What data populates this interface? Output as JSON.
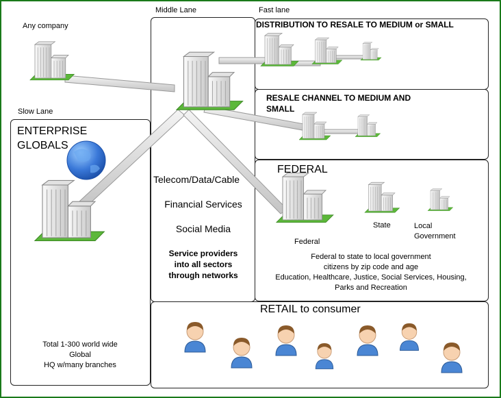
{
  "labels": {
    "any_company": "Any company",
    "middle_lane": "Middle Lane",
    "fast_lane": "Fast lane",
    "slow_lane": "Slow Lane"
  },
  "enterprise": {
    "title_line1": "ENTERPRISE",
    "title_line2": "GLOBALS",
    "desc": [
      "Total 1-300 world wide",
      "Global",
      "HQ w/many branches"
    ]
  },
  "middle": {
    "items": [
      "Telecom/Data/Cable",
      "Financial Services",
      "Social Media"
    ],
    "service_lines": [
      "Service providers",
      "into all sectors",
      "through networks"
    ]
  },
  "distribution": {
    "title": "DISTRIBUTION TO RESALE TO MEDIUM or SMALL"
  },
  "resale": {
    "title_line1": "RESALE CHANNEL TO MEDIUM AND",
    "title_line2": "SMALL"
  },
  "federal": {
    "title": "FEDERAL",
    "federal_label": "Federal",
    "state_label": "State",
    "local_line1": "Local",
    "local_line2": "Government",
    "desc": [
      "Federal to state to local government",
      "citizens by zip code and age",
      "Education, Healthcare, Justice, Social Services, Housing,",
      "Parks and Recreation"
    ]
  },
  "retail": {
    "title": "RETAIL to consumer"
  },
  "colors": {
    "border": "#1a7a1a",
    "grass": "#5cb83a",
    "globe": "#3a78d8"
  }
}
